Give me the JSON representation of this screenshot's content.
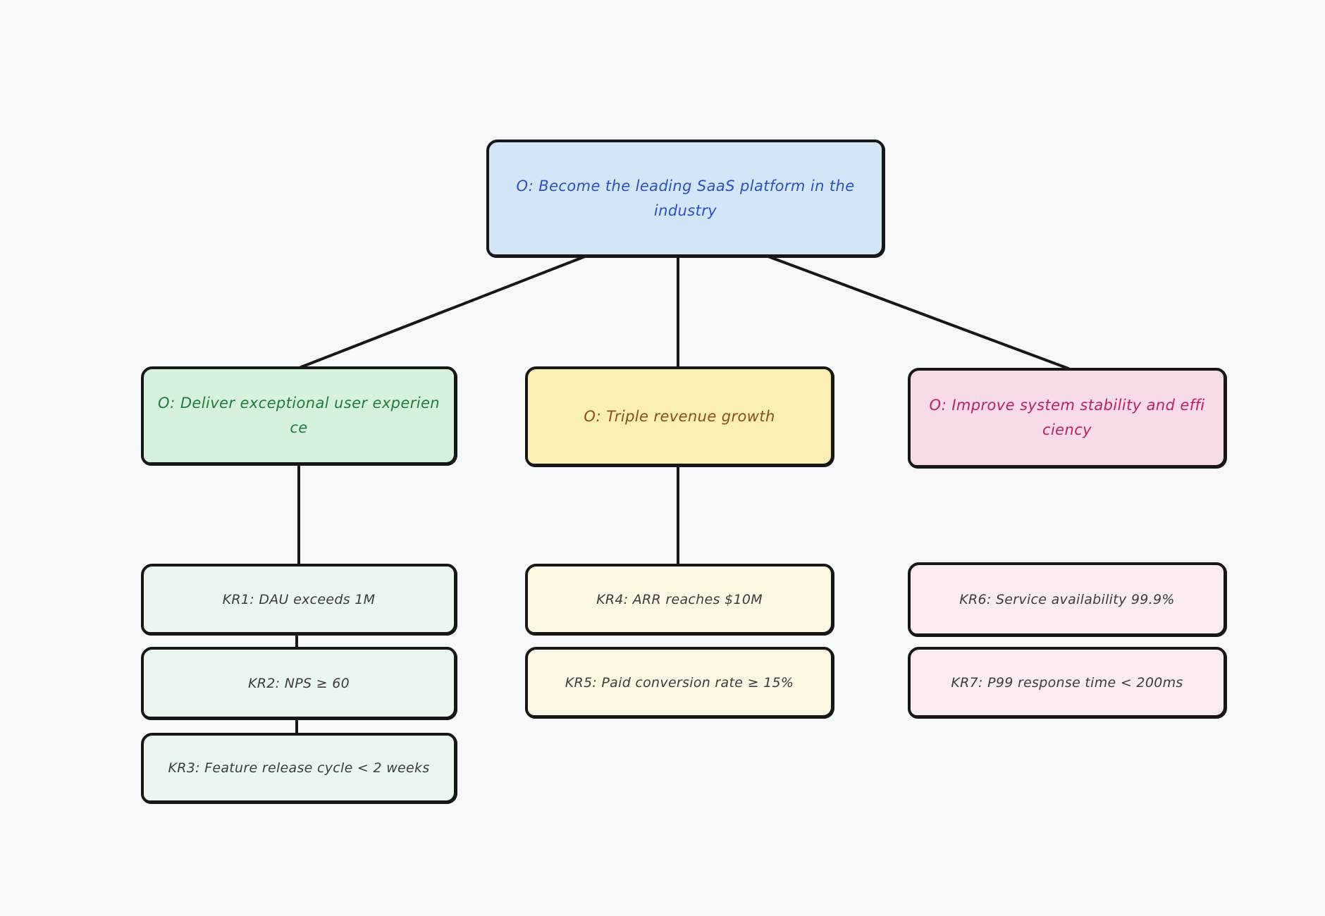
{
  "diagram": {
    "type": "okr-tree-flowchart",
    "background": "#f7f8fa",
    "stroke_color": "#171717",
    "root": {
      "id": "root",
      "label": "O: Become the leading SaaS platform in the industry",
      "lines": [
        "O: Become the leading SaaS platform in the",
        "industry"
      ],
      "fill": "#d5e5f8",
      "text_color": "#2b50c8"
    },
    "branches": [
      {
        "objective": {
          "id": "obj-ux",
          "label": "O: Deliver exceptional user experience",
          "lines": [
            "O: Deliver exceptional user experien",
            "ce"
          ],
          "fill": "#d6f1dc",
          "text_color": "#1e7e3e"
        },
        "key_results": [
          {
            "id": "kr1",
            "label": "KR1: DAU exceeds 1M",
            "fill": "#eaf7ee"
          },
          {
            "id": "kr2",
            "label": "KR2: NPS ≥ 60",
            "fill": "#eaf7ee"
          },
          {
            "id": "kr3",
            "label": "KR3: Feature release cycle < 2 weeks",
            "fill": "#eaf7ee"
          }
        ]
      },
      {
        "objective": {
          "id": "obj-revenue",
          "label": "O: Triple revenue growth",
          "lines": [
            "O: Triple revenue growth"
          ],
          "fill": "#f9efb4",
          "text_color": "#8f4a20"
        },
        "key_results": [
          {
            "id": "kr4",
            "label": "KR4: ARR reaches $10M",
            "fill": "#fbf7e2"
          },
          {
            "id": "kr5",
            "label": "KR5: Paid conversion rate ≥ 15%",
            "fill": "#fbf7e2"
          }
        ]
      },
      {
        "objective": {
          "id": "obj-stability",
          "label": "O: Improve system stability and efficiency",
          "lines": [
            "O: Improve system stability and effi",
            "ciency"
          ],
          "fill": "#f8dbe9",
          "text_color": "#bb2063"
        },
        "key_results": [
          {
            "id": "kr6",
            "label": "KR6: Service availability 99.9%",
            "fill": "#fbebf2"
          },
          {
            "id": "kr7",
            "label": "KR7: P99 response time < 200ms",
            "fill": "#fbebf2"
          }
        ]
      }
    ],
    "kr_text_color": "#3c3c3c",
    "edges": [
      {
        "from": "root",
        "to": "obj-ux"
      },
      {
        "from": "root",
        "to": "obj-revenue"
      },
      {
        "from": "root",
        "to": "obj-stability"
      },
      {
        "from": "obj-ux",
        "to": "kr1"
      },
      {
        "from": "kr1",
        "to": "kr2"
      },
      {
        "from": "kr2",
        "to": "kr3"
      },
      {
        "from": "obj-revenue",
        "to": "kr4"
      }
    ]
  }
}
